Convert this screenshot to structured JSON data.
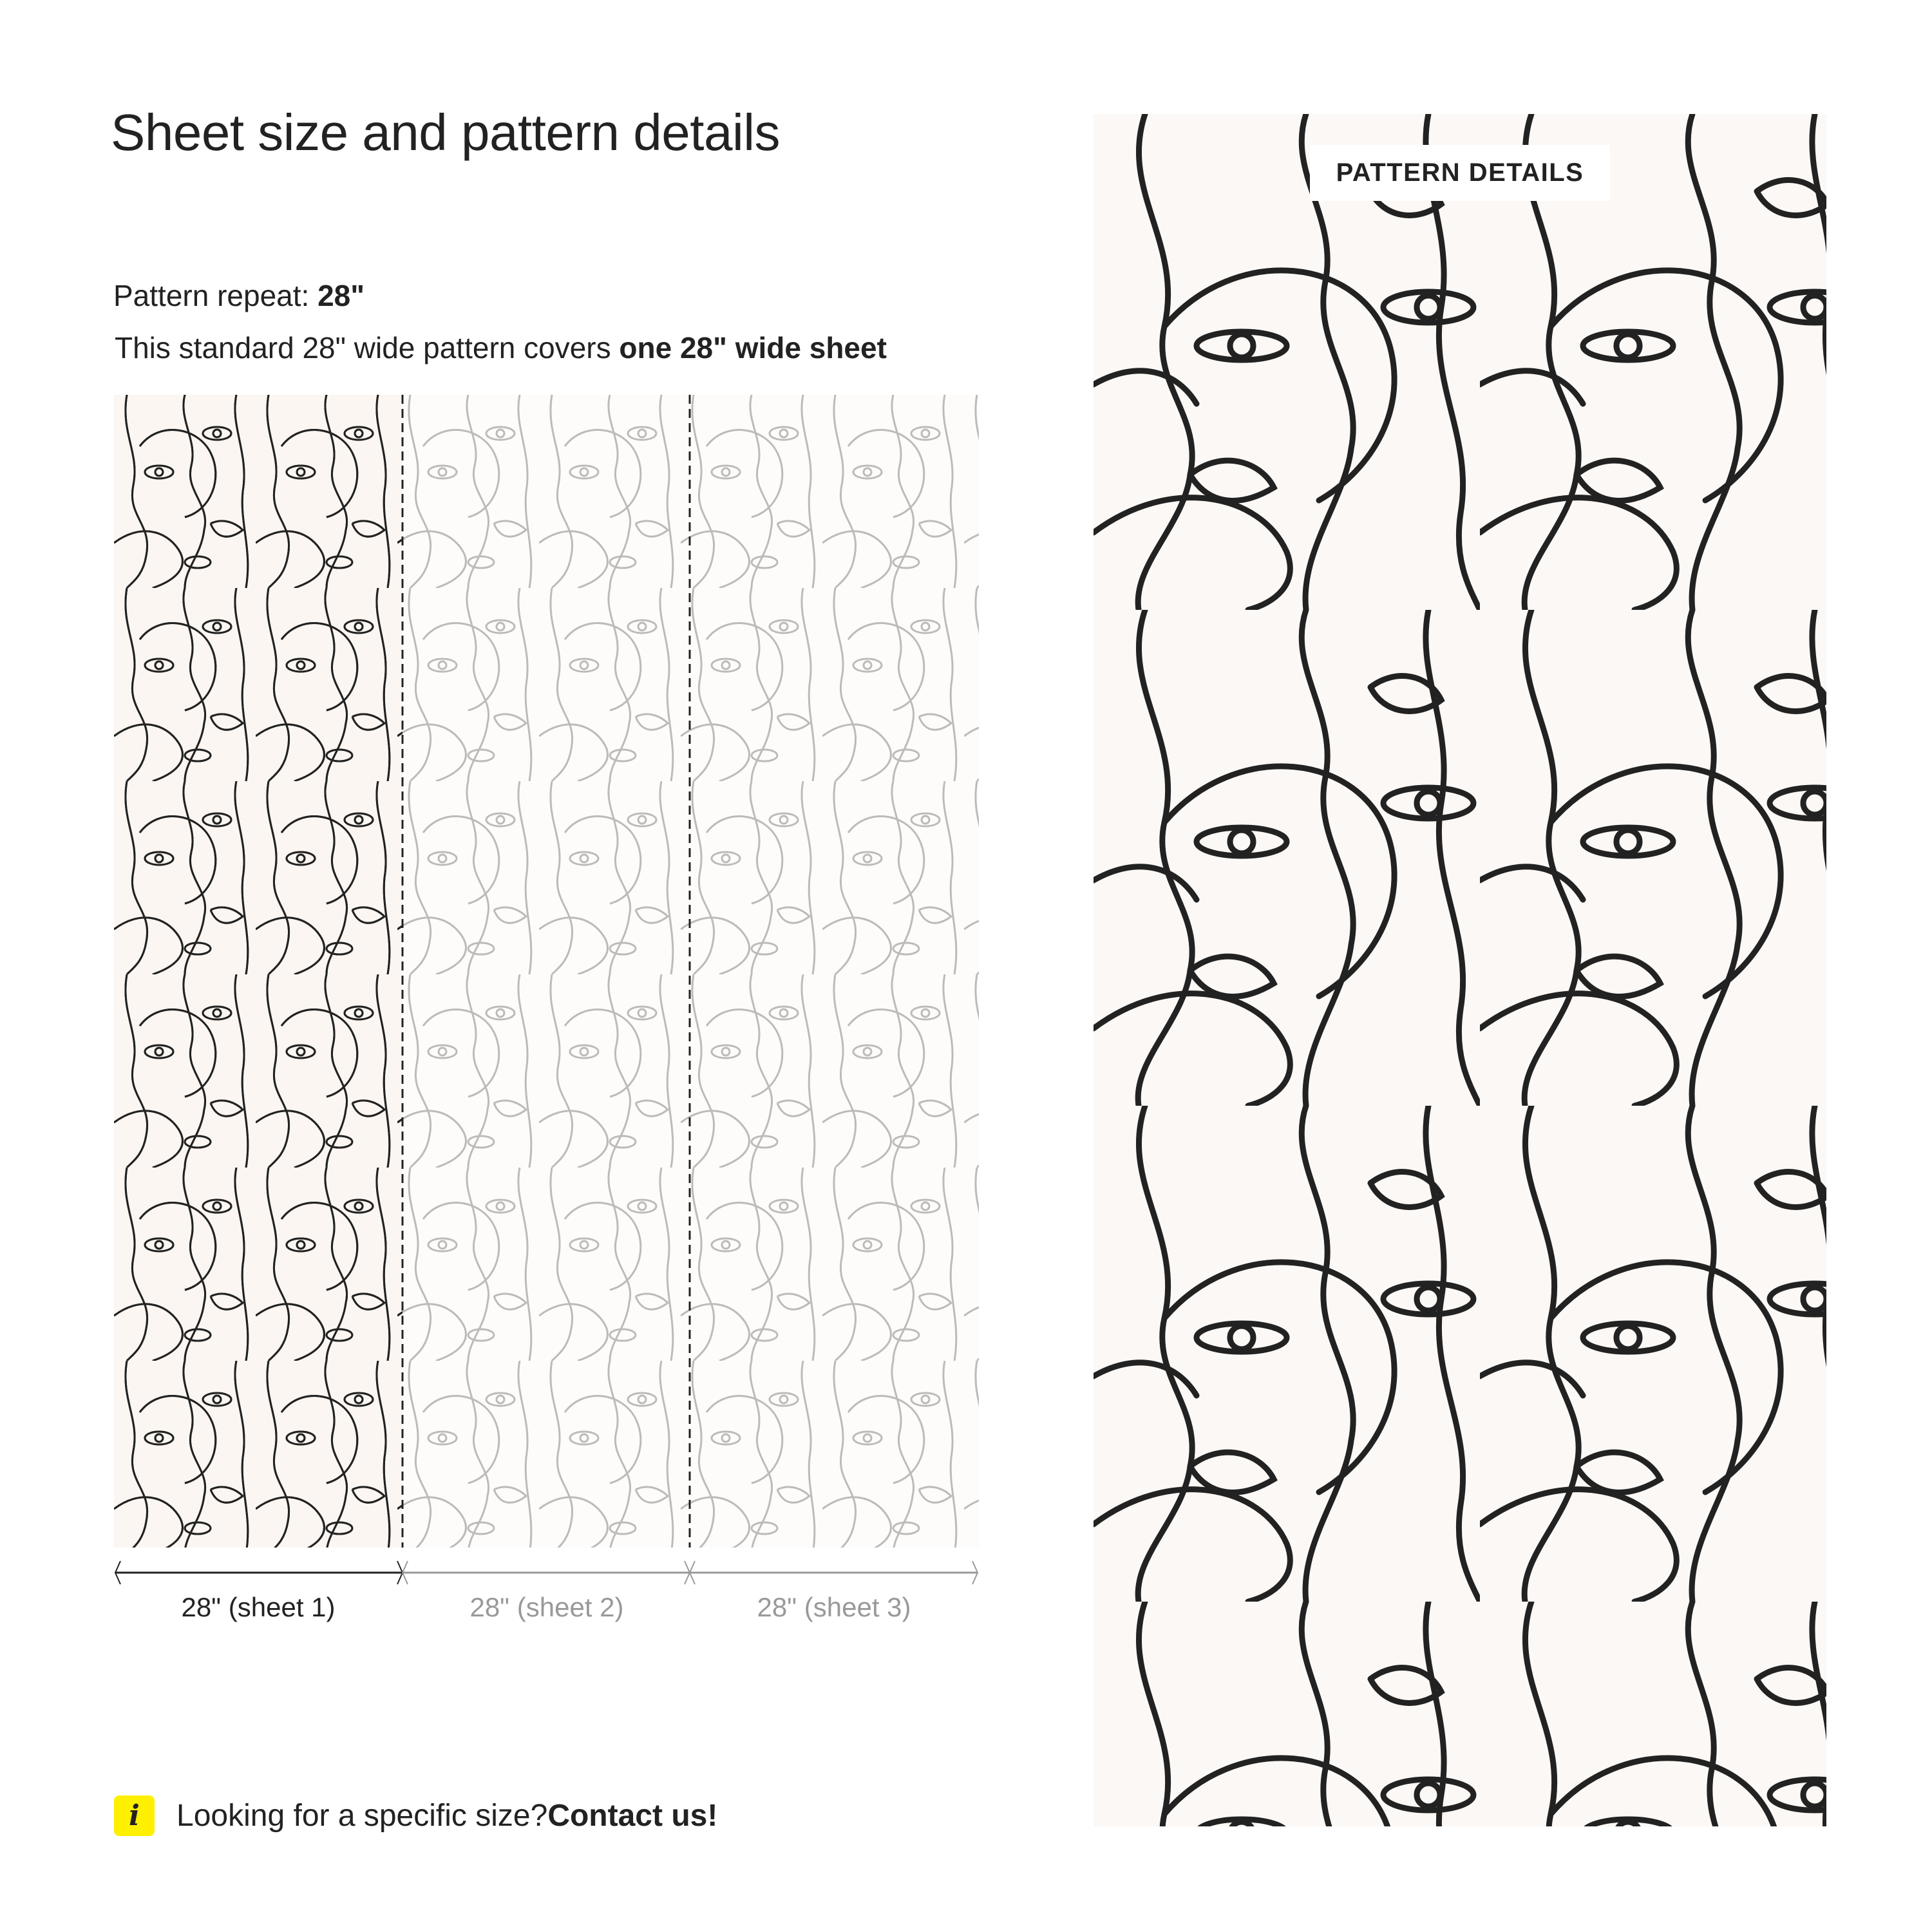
{
  "title": "Sheet size and pattern details",
  "pattern_repeat": {
    "label": "Pattern repeat: ",
    "value": "28\""
  },
  "coverage": {
    "text": "This standard 28\" wide pattern covers ",
    "bold": "one 28\" wide sheet"
  },
  "sheets": [
    {
      "label": "28\" (sheet 1)",
      "active": true
    },
    {
      "label": "28\" (sheet 2)",
      "active": false
    },
    {
      "label": "28\" (sheet 3)",
      "active": false
    }
  ],
  "info": {
    "icon": "info-icon",
    "glyph": "i",
    "text": "Looking for a specific size? ",
    "link": "Contact us!"
  },
  "detail_badge": "PATTERN DETAILS",
  "colors": {
    "background": "#fcf8f5",
    "line": "#222222",
    "faded": "#b5b5b5",
    "info_yellow": "#ffef00"
  }
}
